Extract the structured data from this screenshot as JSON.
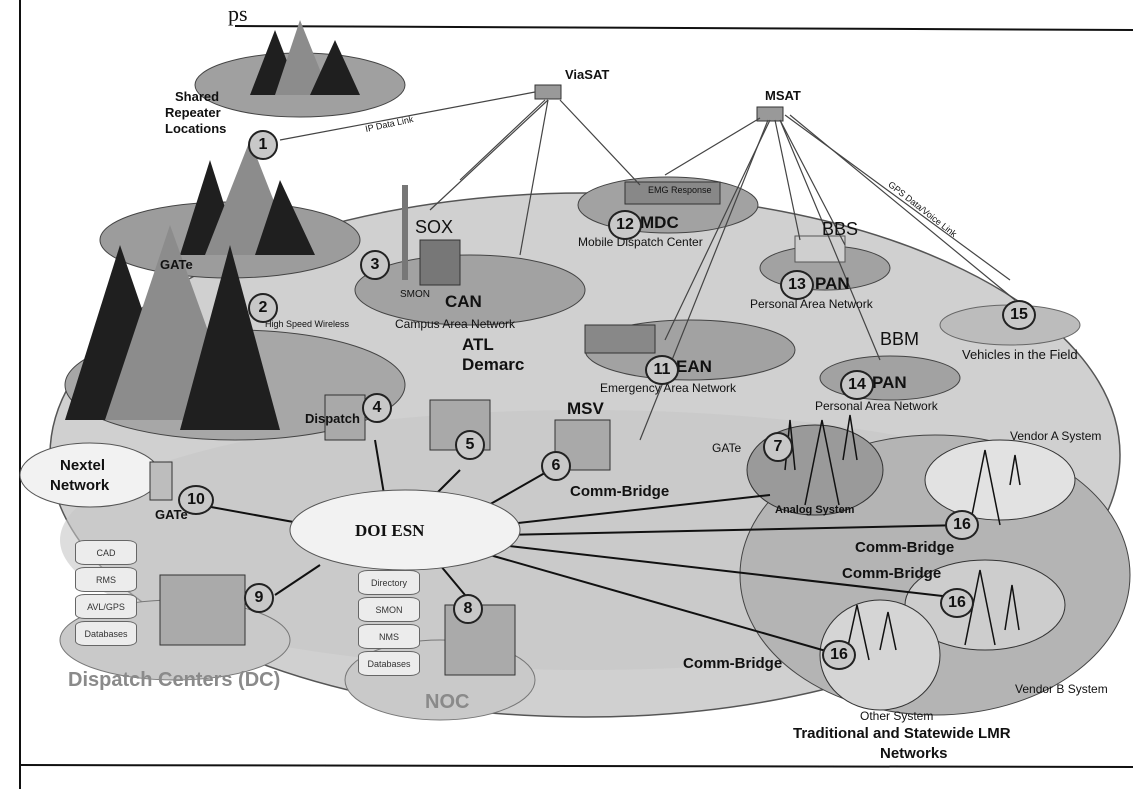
{
  "top_fragment": "ps",
  "satellites": {
    "viasat": "ViaSAT",
    "msat": "MSAT"
  },
  "links": {
    "ip_data_link": "IP Data Link",
    "gps_data_voice_link": "GPS Data/Voice Link",
    "high_speed_wireless": "High Speed Wireless"
  },
  "labels": {
    "shared_repeater": [
      "Shared",
      "Repeater",
      "Locations"
    ],
    "gate_top": "GATe",
    "sox": "SOX",
    "smon": "SMON",
    "can": "CAN",
    "campus_area_network": "Campus Area Network",
    "mdc": "MDC",
    "mobile_dispatch_center": "Mobile Dispatch Center",
    "emg_response": "EMG Response",
    "bbs": "BBS",
    "pan13": "PAN",
    "personal_area_network_13": "Personal Area Network",
    "atl": "ATL",
    "demarc": "Demarc",
    "ean": "EAN",
    "emergency_area_network": "Emergency Area Network",
    "bbm": "BBM",
    "pan14": "PAN",
    "personal_area_network_14": "Personal Area Network",
    "vehicles_in_field": "Vehicles in the Field",
    "dispatch": "Dispatch",
    "msv": "MSV",
    "nextel_network": [
      "Nextel",
      "Network"
    ],
    "gate_left": "GATe",
    "doi_esn": "DOI ESN",
    "comm_bridge_6": "Comm-Bridge",
    "gate_right": "GATe",
    "analog_system": "Analog System",
    "vendor_a": "Vendor A System",
    "comm_bridge_16a": "Comm-Bridge",
    "comm_bridge_16b": "Comm-Bridge",
    "comm_bridge_16c": "Comm-Bridge",
    "vendor_b": "Vendor B System",
    "other_system": "Other System",
    "traditional": [
      "Traditional and Statewide LMR",
      "Networks"
    ],
    "dispatch_centers": "Dispatch Centers (DC)",
    "noc": "NOC"
  },
  "dc_db": [
    "CAD",
    "RMS",
    "AVL/GPS",
    "Databases"
  ],
  "noc_db": [
    "Directory",
    "SMON",
    "NMS",
    "Databases"
  ],
  "numbers": [
    "1",
    "2",
    "3",
    "4",
    "5",
    "6",
    "7",
    "8",
    "9",
    "10",
    "11",
    "12",
    "13",
    "14",
    "15",
    "16",
    "16",
    "16"
  ],
  "colors": {
    "ellipse": "#c4c4c4",
    "mountain": "#1f1f1f",
    "mountain_face": "#8c8c8c",
    "cloud": "#f2f2f2",
    "building": "#a9a9a9",
    "text": "#111111",
    "link": "#222222"
  }
}
